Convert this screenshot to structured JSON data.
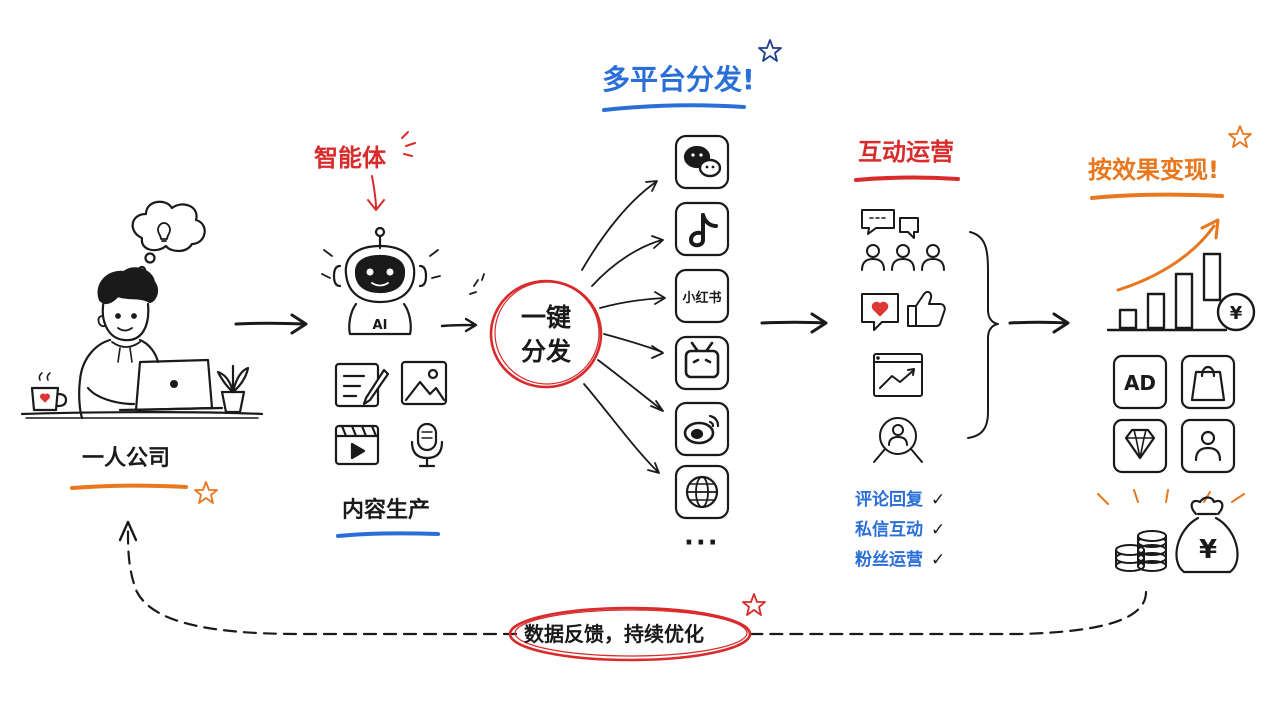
{
  "nodes": {
    "company": {
      "label": "一人公司"
    },
    "agent": {
      "label": "智能体",
      "robot_badge": "AI"
    },
    "content": {
      "label": "内容生产"
    },
    "publish": {
      "label": "一键分发",
      "line1": "一键",
      "line2": "分发"
    },
    "platforms": {
      "label": "多平台分发!",
      "xiaohongshu": "小红书",
      "more": "···"
    },
    "ops": {
      "label": "互动运营",
      "items": [
        {
          "text": "评论回复",
          "check": "✓"
        },
        {
          "text": "私信互动",
          "check": "✓"
        },
        {
          "text": "粉丝运营",
          "check": "✓"
        }
      ]
    },
    "monetize": {
      "label": "按效果变现!",
      "ad": "AD",
      "currency": "¥"
    },
    "feedback": {
      "label": "数据反馈，持续优化"
    }
  },
  "colors": {
    "ink": "#1a1a1a",
    "red": "#d92b2b",
    "blue": "#2a6fd8",
    "orange": "#e8771e",
    "heart": "#e03535"
  },
  "icons": {
    "platforms": [
      "wechat-icon",
      "douyin-icon",
      "xiaohongshu-icon",
      "bilibili-icon",
      "weibo-icon",
      "web-globe-icon"
    ],
    "content": [
      "document-edit-icon",
      "image-icon",
      "video-icon",
      "microphone-icon"
    ],
    "ops": [
      "comment-bubbles-icon",
      "users-icon",
      "heart-message-icon",
      "thumbs-up-icon",
      "analytics-chart-icon",
      "user-search-icon"
    ],
    "monetize": [
      "growth-chart-icon",
      "yuan-coin-icon",
      "ad-icon",
      "shopping-bag-icon",
      "diamond-icon",
      "user-icon",
      "coin-stack-icon",
      "money-bag-icon"
    ]
  }
}
